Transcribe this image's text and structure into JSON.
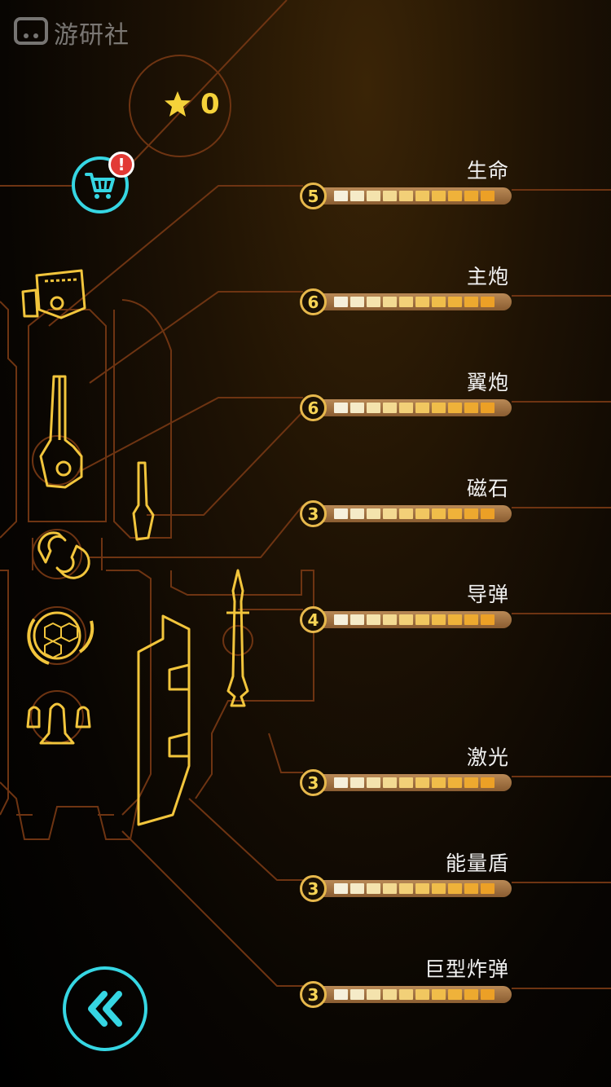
{
  "watermark": {
    "text": "游研社"
  },
  "stars": {
    "count": "0",
    "icon": "star-icon"
  },
  "shop": {
    "icon": "cart-icon",
    "badge": "!"
  },
  "back": {
    "icon": "double-chevron-left-icon"
  },
  "stats": [
    {
      "label": "生命",
      "level": "5"
    },
    {
      "label": "主炮",
      "level": "6"
    },
    {
      "label": "翼炮",
      "level": "6"
    },
    {
      "label": "磁石",
      "level": "3"
    },
    {
      "label": "导弹",
      "level": "4"
    },
    {
      "label": "激光",
      "level": "3"
    },
    {
      "label": "能量盾",
      "level": "3"
    },
    {
      "label": "巨型炸弹",
      "level": "3"
    }
  ],
  "colors": {
    "accent": "#36d6e3",
    "gold": "#f5d23a",
    "line": "#7a3a14",
    "alert": "#e23a36"
  }
}
